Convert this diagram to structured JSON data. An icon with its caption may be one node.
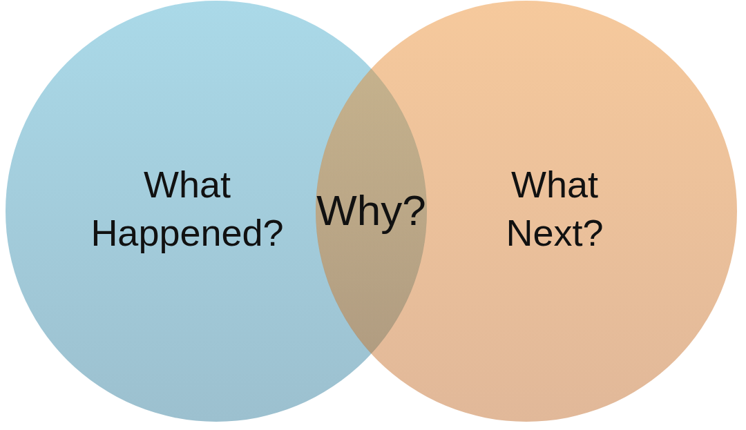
{
  "diagram": {
    "nodes": [
      {
        "text": [
          "What Happened?"
        ]
      },
      {
        "text": [
          "What Next?"
        ]
      },
      {
        "text": [
          "Why?"
        ]
      }
    ]
  }
}
